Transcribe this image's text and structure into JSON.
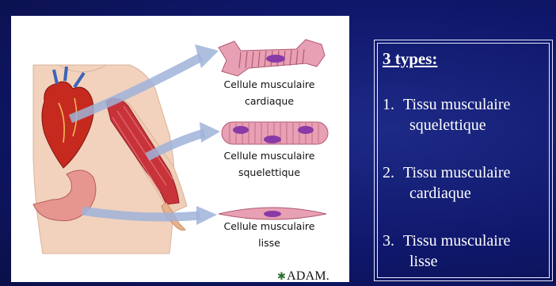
{
  "figure": {
    "labels": [
      {
        "line1": "Cellule musculaire",
        "line2": "cardiaque"
      },
      {
        "line1": "Cellule musculaire",
        "line2": "squelettique"
      },
      {
        "line1": "Cellule musculaire",
        "line2": "lisse"
      }
    ],
    "logo_text": "ADAM.",
    "logo_mark": "✱"
  },
  "types_box": {
    "title": "3 types:",
    "items": [
      {
        "number": "1.",
        "line1": "Tissu musculaire",
        "line2": "squelettique"
      },
      {
        "number": "2.",
        "line1": "Tissu musculaire",
        "line2": "cardiaque"
      },
      {
        "number": "3.",
        "line1": "Tissu musculaire",
        "line2": "lisse"
      }
    ]
  },
  "colors": {
    "background": "#0f176b",
    "heart": "#c62a1f",
    "muscle": "#c8333a",
    "arrow": "#9fb3d9",
    "cell_pink": "#e8a0b4",
    "nucleus": "#8a3aa6"
  }
}
